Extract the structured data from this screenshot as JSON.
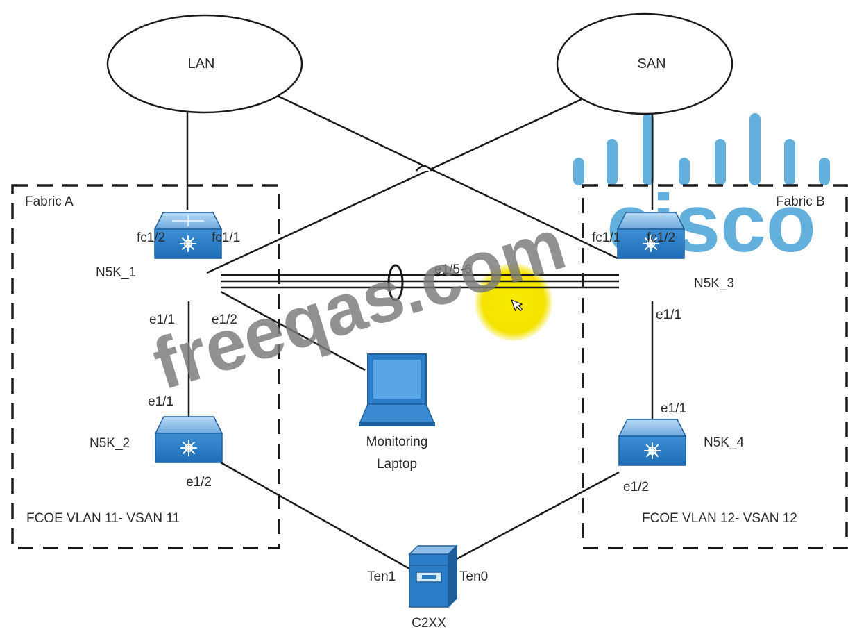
{
  "clouds": {
    "lan": "LAN",
    "san": "SAN"
  },
  "fabrics": {
    "a": {
      "title": "Fabric A",
      "vlan": "FCOE VLAN 11- VSAN 11"
    },
    "b": {
      "title": "Fabric B",
      "vlan": "FCOE VLAN 12- VSAN 12"
    }
  },
  "switches": {
    "n5k_1": {
      "name": "N5K_1",
      "port_fc_left": "fc1/2",
      "port_fc_right": "fc1/1",
      "port_e_down": "e1/1",
      "port_e_laptop": "e1/2"
    },
    "n5k_2": {
      "name": "N5K_2",
      "port_up": "e1/1",
      "port_down": "e1/2"
    },
    "n5k_3": {
      "name": "N5K_3",
      "port_fc_left": "fc1/1",
      "port_fc_right": "fc1/2",
      "port_down": "e1/1"
    },
    "n5k_4": {
      "name": "N5K_4",
      "port_up": "e1/1",
      "port_down": "e1/2"
    }
  },
  "port_channel": {
    "label": "e1/5-6"
  },
  "laptop": {
    "line1": "Monitoring",
    "line2": "Laptop"
  },
  "server": {
    "name": "C2XX",
    "port_left": "Ten1",
    "port_right": "Ten0"
  },
  "watermarks": {
    "site": "freeqas.com",
    "logo": "cisco"
  },
  "colors": {
    "switch_blue": "#2a7cc7",
    "switch_top": "#8fc0ea",
    "line": "#1a1a1a",
    "cursor_highlight": "#f5e600",
    "cisco_blue": "#4aa3d8",
    "watermark_gray": "#7a7a7a"
  }
}
